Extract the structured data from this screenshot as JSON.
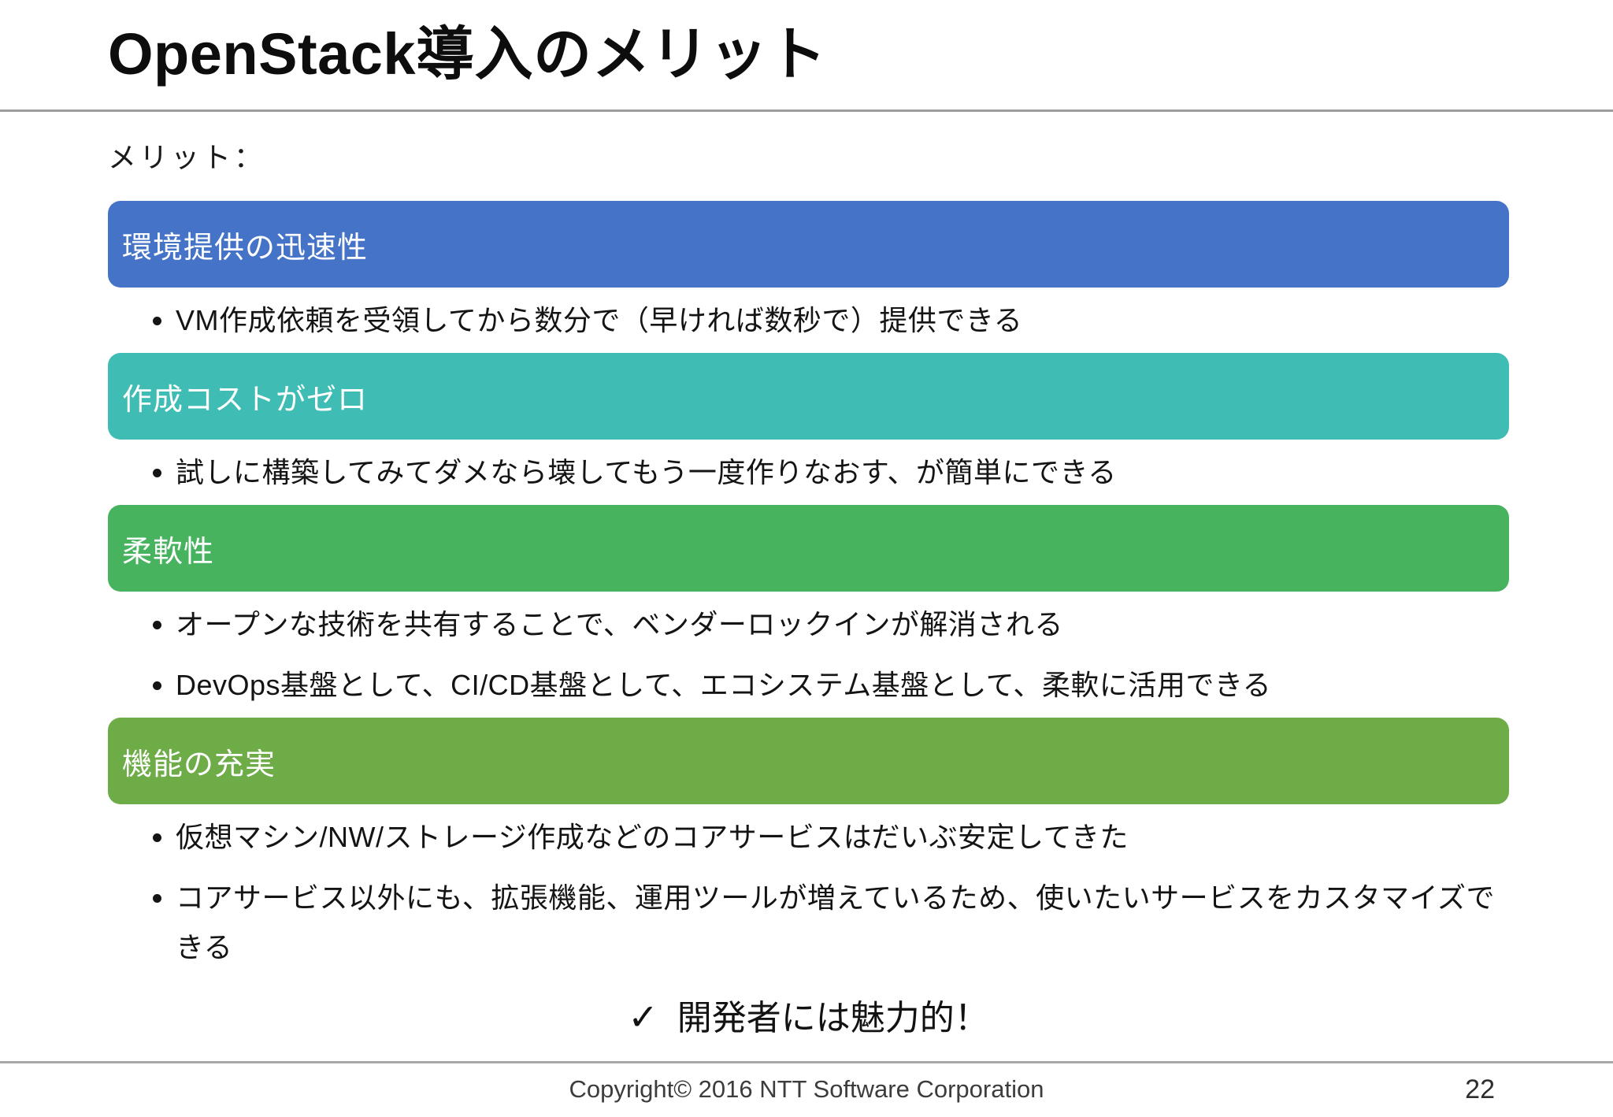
{
  "slide": {
    "title": "OpenStack導入のメリット",
    "intro_label": "メリット：",
    "sections": [
      {
        "heading": "環境提供の迅速性",
        "color": "#4573C8",
        "bullets": [
          "VM作成依頼を受領してから数分で（早ければ数秒で）提供できる"
        ]
      },
      {
        "heading": "作成コストがゼロ",
        "color": "#3FBDB5",
        "bullets": [
          "試しに構築してみてダメなら壊してもう一度作りなおす、が簡単にできる"
        ]
      },
      {
        "heading": "柔軟性",
        "color": "#47B35F",
        "bullets": [
          "オープンな技術を共有することで、ベンダーロックインが解消される",
          "DevOps基盤として、CI/CD基盤として、エコシステム基盤として、柔軟に活用できる"
        ]
      },
      {
        "heading": "機能の充実",
        "color": "#6EAC48",
        "bullets": [
          "仮想マシン/NW/ストレージ作成などのコアサービスはだいぶ安定してきた",
          "コアサービス以外にも、拡張機能、運用ツールが増えているため、使いたいサービスをカスタマイズできる"
        ]
      }
    ],
    "conclusion": {
      "check_icon": "✓",
      "text": "開発者には魅力的！"
    },
    "footer": {
      "copyright": "Copyright© 2016 NTT Software Corporation",
      "page_number": "22"
    }
  }
}
